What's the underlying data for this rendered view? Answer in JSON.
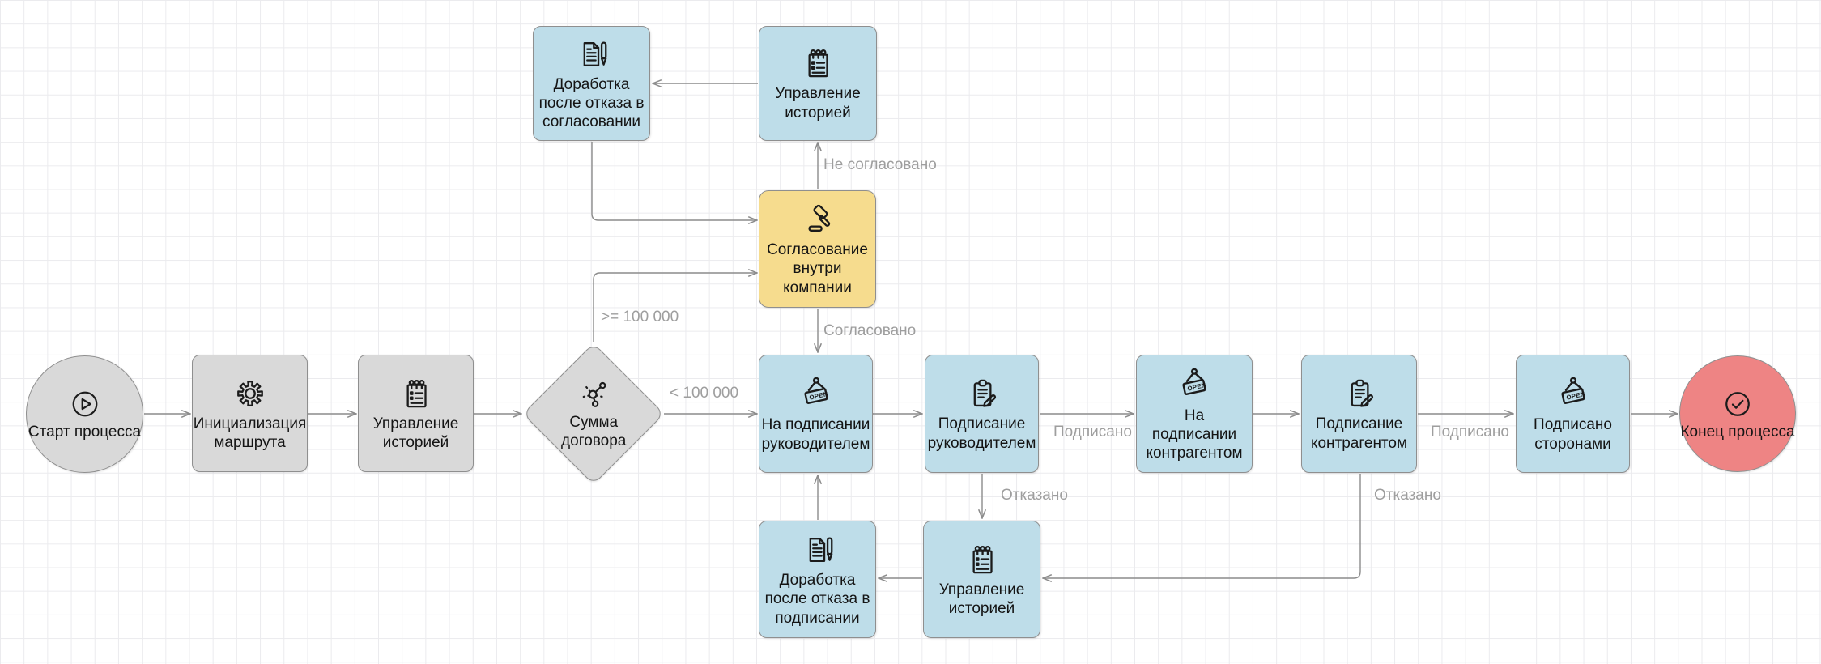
{
  "diagram": {
    "open_sign_text": "OPEN",
    "colors": {
      "task_gray": "#d9d9d9",
      "task_blue": "#bedde9",
      "task_yellow": "#f6dc8e",
      "end_red": "#ee8484",
      "border": "#8f8f8f",
      "edge": "#8c8c8c",
      "edge_label": "#9e9e9e",
      "grid_line": "#ebebee"
    },
    "nodes": [
      {
        "id": "start",
        "label": "Старт процесса",
        "shape": "circle",
        "icon": "play-circle"
      },
      {
        "id": "init_route",
        "label": "Инициализация маршрута",
        "shape": "rect-gray",
        "icon": "gear"
      },
      {
        "id": "history_route",
        "label": "Управление историей",
        "shape": "rect-gray",
        "icon": "notepad-list"
      },
      {
        "id": "contract_amount",
        "label": "Сумма договора",
        "shape": "diamond",
        "icon": "network"
      },
      {
        "id": "rework_approve",
        "label": "Доработка после отказа в согласовании",
        "shape": "rect-blue",
        "icon": "document-pen"
      },
      {
        "id": "history_top",
        "label": "Управление историей",
        "shape": "rect-blue",
        "icon": "notepad-list"
      },
      {
        "id": "approve_internal",
        "label": "Согласование внутри компании",
        "shape": "rect-yellow",
        "icon": "gavel"
      },
      {
        "id": "lead_wait_sign",
        "label": "На подписании руководителем",
        "shape": "rect-blue",
        "icon": "open-sign"
      },
      {
        "id": "lead_sign",
        "label": "Подписание руководителем",
        "shape": "rect-blue",
        "icon": "clipboard-pencil"
      },
      {
        "id": "counter_wait_sign",
        "label": "На подписании контрагентом",
        "shape": "rect-blue",
        "icon": "open-sign"
      },
      {
        "id": "counter_sign",
        "label": "Подписание контрагентом",
        "shape": "rect-blue",
        "icon": "clipboard-pencil"
      },
      {
        "id": "signed_parties",
        "label": "Подписано сторонами",
        "shape": "rect-blue",
        "icon": "open-sign"
      },
      {
        "id": "end",
        "label": "Конец процесса",
        "shape": "circle-red",
        "icon": "check-circle"
      },
      {
        "id": "rework_sign",
        "label": "Доработка после отказа в подписании",
        "shape": "rect-blue",
        "icon": "document-pen"
      },
      {
        "id": "history_bottom",
        "label": "Управление историей",
        "shape": "rect-blue",
        "icon": "notepad-list"
      }
    ],
    "edges": [
      {
        "from": "start",
        "to": "init_route",
        "label": ""
      },
      {
        "from": "init_route",
        "to": "history_route",
        "label": ""
      },
      {
        "from": "history_route",
        "to": "contract_amount",
        "label": ""
      },
      {
        "from": "contract_amount",
        "to": "lead_wait_sign",
        "label": "< 100 000"
      },
      {
        "from": "contract_amount",
        "to": "approve_internal",
        "label": ">= 100 000"
      },
      {
        "from": "rework_approve",
        "to": "approve_internal",
        "label": ""
      },
      {
        "from": "approve_internal",
        "to": "history_top",
        "label": "Не согласовано"
      },
      {
        "from": "history_top",
        "to": "rework_approve",
        "label": ""
      },
      {
        "from": "approve_internal",
        "to": "lead_wait_sign",
        "label": "Согласовано"
      },
      {
        "from": "lead_wait_sign",
        "to": "lead_sign",
        "label": ""
      },
      {
        "from": "lead_sign",
        "to": "counter_wait_sign",
        "label": "Подписано"
      },
      {
        "from": "counter_wait_sign",
        "to": "counter_sign",
        "label": ""
      },
      {
        "from": "counter_sign",
        "to": "signed_parties",
        "label": "Подписано"
      },
      {
        "from": "signed_parties",
        "to": "end",
        "label": ""
      },
      {
        "from": "lead_sign",
        "to": "history_bottom",
        "label": "Отказано"
      },
      {
        "from": "counter_sign",
        "to": "history_bottom",
        "label": "Отказано"
      },
      {
        "from": "history_bottom",
        "to": "rework_sign",
        "label": ""
      },
      {
        "from": "rework_sign",
        "to": "lead_wait_sign",
        "label": ""
      }
    ]
  }
}
